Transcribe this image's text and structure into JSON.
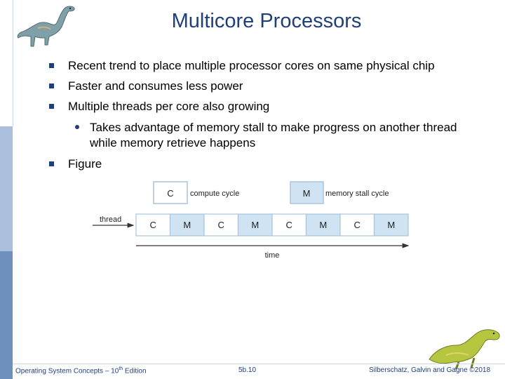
{
  "slide": {
    "title": "Multicore Processors",
    "bullets": [
      "Recent trend to place multiple processor cores on same physical chip",
      "Faster and consumes less power",
      "Multiple threads per core also growing",
      "Figure"
    ],
    "sub_bullets": [
      "Takes advantage of memory stall to make progress on another thread while memory retrieve happens"
    ]
  },
  "figure": {
    "legend_compute_box": "C",
    "legend_compute_label": "compute cycle",
    "legend_memory_box": "M",
    "legend_memory_label": "memory stall cycle",
    "thread_label": "thread",
    "time_label": "time",
    "cells": [
      "C",
      "M",
      "C",
      "M",
      "C",
      "M",
      "C",
      "M"
    ],
    "colors": {
      "compute": "#ffffff",
      "memory": "#cfe3f3",
      "stroke": "#a9c4dc"
    }
  },
  "footer": {
    "left_prefix": "Operating System Concepts – 10",
    "left_sup": "th",
    "left_suffix": " Edition",
    "center": "5b.10",
    "right": "Silberschatz, Galvin and Gagne ©2018"
  },
  "icons": {
    "top_logo": "dinosaur-logo-icon",
    "bottom_logo": "dinosaur-logo-icon"
  }
}
